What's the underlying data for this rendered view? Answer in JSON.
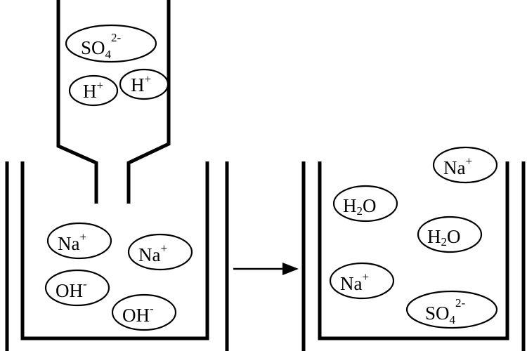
{
  "ions": {
    "sulfate_label": "SO",
    "sulfate_sub": "4",
    "sulfate_charge": "2-",
    "hydrogen_label": "H",
    "hydrogen_charge": "+",
    "sodium_label": "Na",
    "sodium_charge": "+",
    "hydroxide_label": "OH",
    "hydroxide_charge": "-",
    "water_h": "H",
    "water_sub": "2",
    "water_o": "O"
  },
  "colors": {
    "ink": "#000000",
    "background": "#ffffff"
  }
}
